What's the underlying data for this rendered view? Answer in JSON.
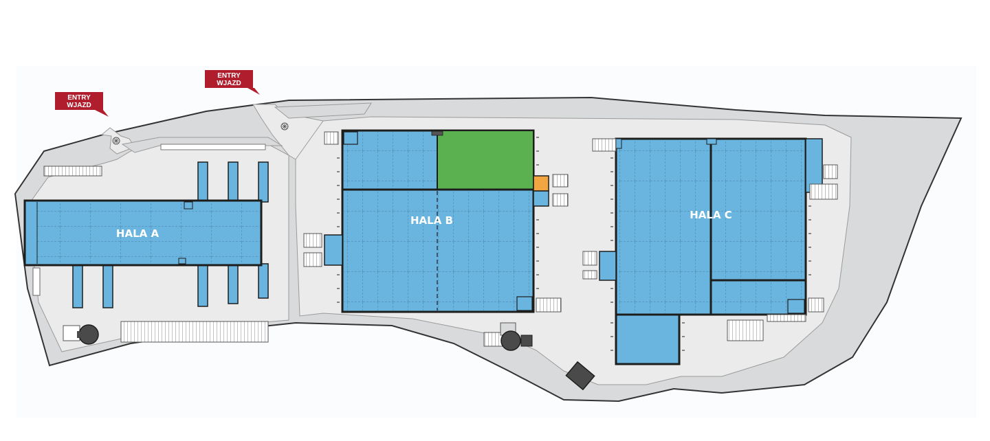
{
  "entries": [
    {
      "line1": "ENTRY",
      "line2": "WJAZD"
    },
    {
      "line1": "ENTRY",
      "line2": "WJAZD"
    }
  ],
  "halls": {
    "a": {
      "label": "HALA A"
    },
    "b": {
      "label": "HALA B"
    },
    "c": {
      "label": "HALA C"
    }
  },
  "colors": {
    "page_bg": "#fbfcfe",
    "site": "#d9dadb",
    "road": "#ebebeb",
    "hall_fill": "#6ab4e0",
    "hall_stroke": "#1d1d1b",
    "office_green": "#5bb14f",
    "office_orange": "#f2a540",
    "entry_marker": "#b01e2e",
    "tank": "#4a4a4a"
  },
  "icons": {
    "entry": "map-pin-flag-icon",
    "roundabout": "tree-icon",
    "tank": "water-tank-icon"
  }
}
